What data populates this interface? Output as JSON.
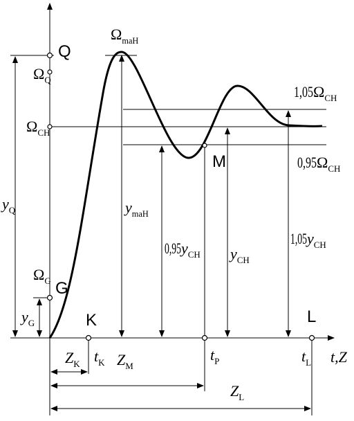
{
  "axis": {
    "y_label": "",
    "x_label": "t,Z"
  },
  "points": {
    "Q": "Q",
    "G": "G",
    "K": "K",
    "M": "M",
    "L": "L"
  },
  "labels": {
    "omega_max": {
      "base": "Ω",
      "sub": "maH"
    },
    "omega_q": {
      "base": "Ω",
      "sub": "Q"
    },
    "omega_ch": {
      "base": "Ω",
      "sub": "CH"
    },
    "omega_g": {
      "base": "Ω",
      "sub": "G"
    },
    "band_upper": {
      "coef": "1,05",
      "base": "Ω",
      "sub": "CH"
    },
    "band_lower": {
      "coef": "0,95",
      "base": "Ω",
      "sub": "CH"
    },
    "y_q": {
      "base": "y",
      "sub": "Q"
    },
    "y_g": {
      "base": "y",
      "sub": "G"
    },
    "y_max": {
      "base": "y",
      "sub": "maH"
    },
    "y_095": {
      "coef": "0,95",
      "base": "y",
      "sub": "CH"
    },
    "y_ch": {
      "base": "y",
      "sub": "CH"
    },
    "y_105": {
      "coef": "1,05",
      "base": "y",
      "sub": "CH"
    },
    "z_k": {
      "base": "Z",
      "sub": "K"
    },
    "z_m": {
      "base": "Z",
      "sub": "M"
    },
    "z_l": {
      "base": "Z",
      "sub": "L"
    },
    "t_k": {
      "base": "t",
      "sub": "K"
    },
    "t_p": {
      "base": "t",
      "sub": "P"
    },
    "t_l": {
      "base": "t",
      "sub": "L"
    }
  }
}
